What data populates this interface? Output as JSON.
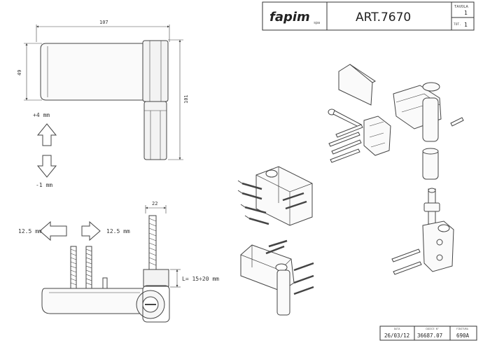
{
  "title_block": {
    "logo": "fapim",
    "logo_suffix": "spa",
    "article": "ART.7670",
    "tavola_label": "TAVOLA",
    "tavola_value": "1",
    "tot_label": "TOT.",
    "tot_value": "1"
  },
  "dimensions": {
    "width_top": "107",
    "height_left": "49",
    "height_right": "101",
    "width_pin": "22",
    "adjust_up": "+4 mm",
    "adjust_down": "-1 mm",
    "adjust_left": "12.5 mm",
    "adjust_right": "12.5 mm",
    "length_range": "L= 15÷20 mm"
  },
  "footer": {
    "date_label": "DATA",
    "date": "26/03/12",
    "code_label": "CODICE N°",
    "code": "36687.07",
    "finish_label": "FINITURA",
    "finish": "690A"
  }
}
